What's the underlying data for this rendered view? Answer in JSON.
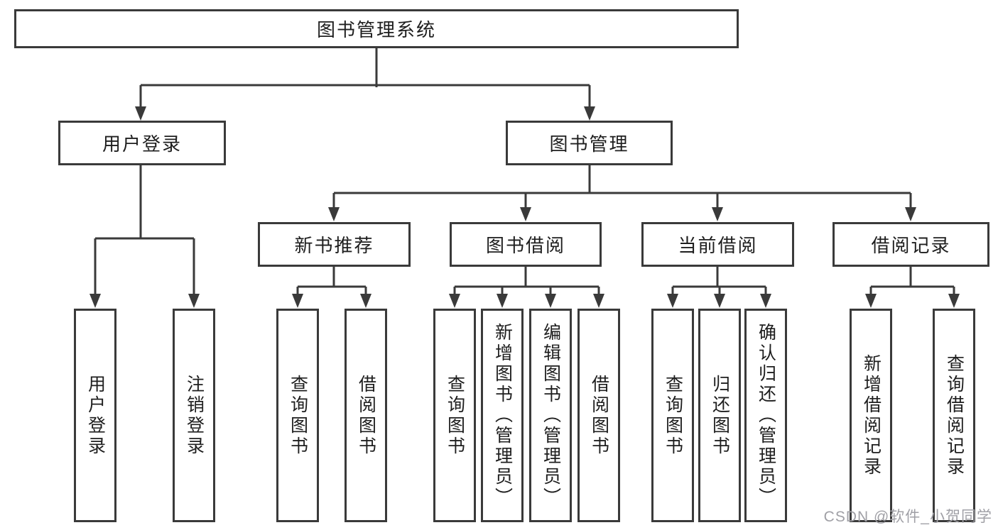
{
  "diagram": {
    "root": {
      "label": "图书管理系统"
    },
    "level2": [
      {
        "label": "用户登录"
      },
      {
        "label": "图书管理"
      }
    ],
    "level3": [
      {
        "label": "新书推荐"
      },
      {
        "label": "图书借阅"
      },
      {
        "label": "当前借阅"
      },
      {
        "label": "借阅记录"
      }
    ],
    "leaves": [
      {
        "label": "用户登录"
      },
      {
        "label": "注销登录"
      },
      {
        "label": "查询图书"
      },
      {
        "label": "借阅图书"
      },
      {
        "label": "查询图书"
      },
      {
        "label": "新增图书（管理员）"
      },
      {
        "label": "编辑图书（管理员）"
      },
      {
        "label": "借阅图书"
      },
      {
        "label": "查询图书"
      },
      {
        "label": "归还图书"
      },
      {
        "label": "确认归还（管理员）"
      },
      {
        "label": "新增借阅记录"
      },
      {
        "label": "查询借阅记录"
      }
    ],
    "watermark": "CSDN @软件_小贺同学",
    "colors": {
      "line": "#3a3a3a",
      "box_fill": "#ffffff",
      "text": "#1e1e1e",
      "watermark": "#a0a0a6",
      "bg": "#ffffff"
    }
  }
}
